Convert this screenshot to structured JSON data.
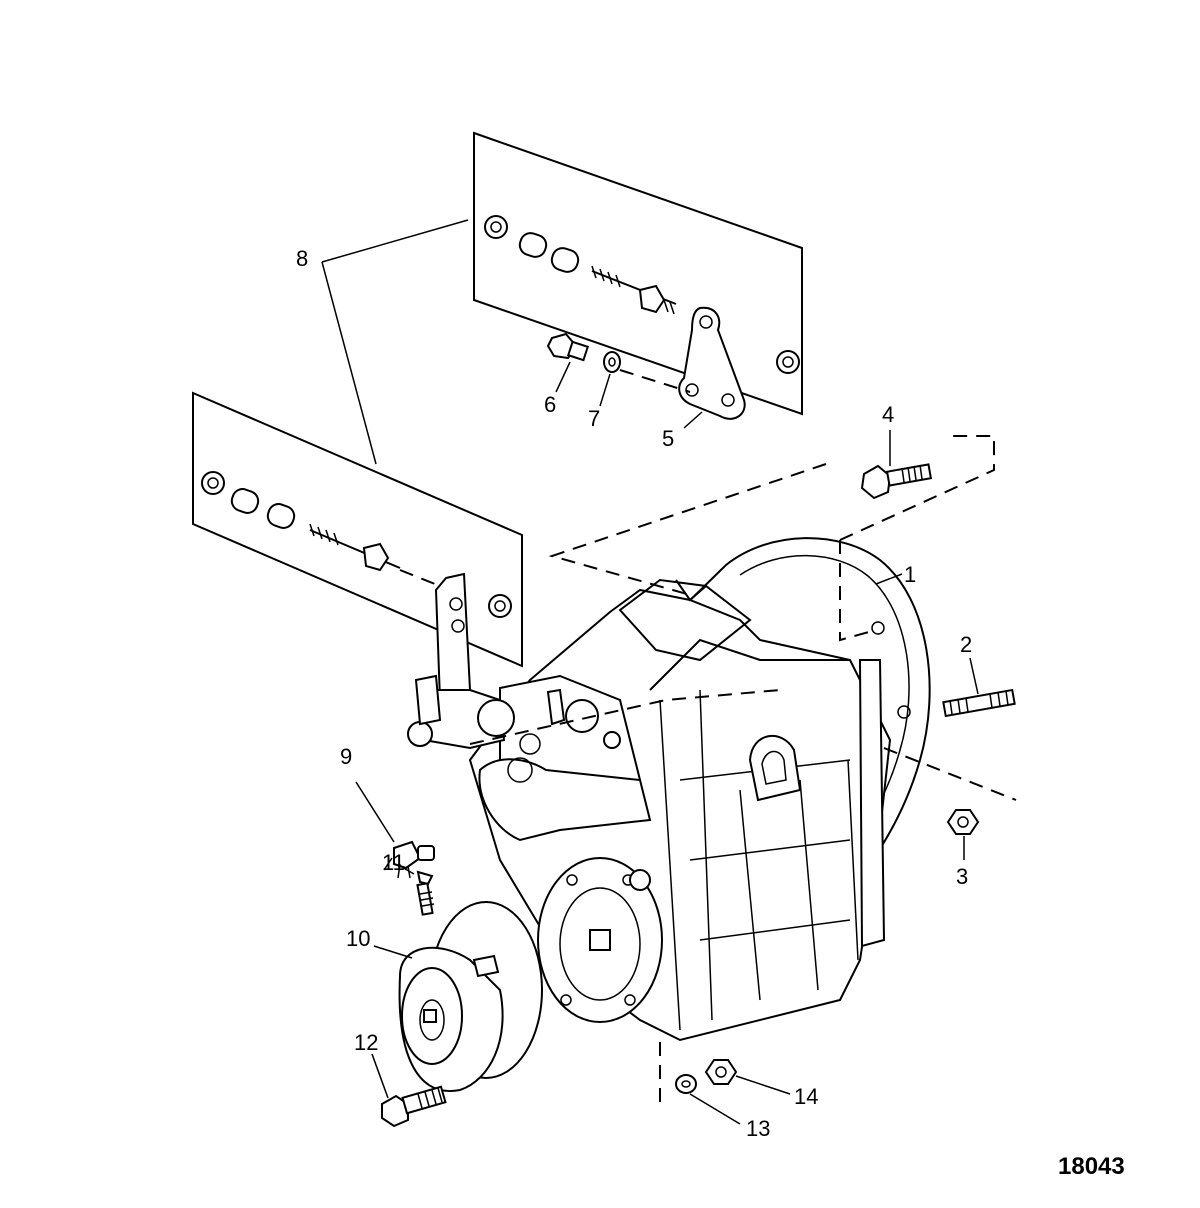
{
  "callouts": [
    {
      "id": "c1",
      "label": "1"
    },
    {
      "id": "c2",
      "label": "2"
    },
    {
      "id": "c3",
      "label": "3"
    },
    {
      "id": "c4",
      "label": "4"
    },
    {
      "id": "c5",
      "label": "5"
    },
    {
      "id": "c6",
      "label": "6"
    },
    {
      "id": "c7",
      "label": "7"
    },
    {
      "id": "c8",
      "label": "8"
    },
    {
      "id": "c9",
      "label": "9"
    },
    {
      "id": "c10",
      "label": "10"
    },
    {
      "id": "c11",
      "label": "11"
    },
    {
      "id": "c12",
      "label": "12"
    },
    {
      "id": "c13",
      "label": "13"
    },
    {
      "id": "c14",
      "label": "14"
    }
  ],
  "figure_id": "18043"
}
